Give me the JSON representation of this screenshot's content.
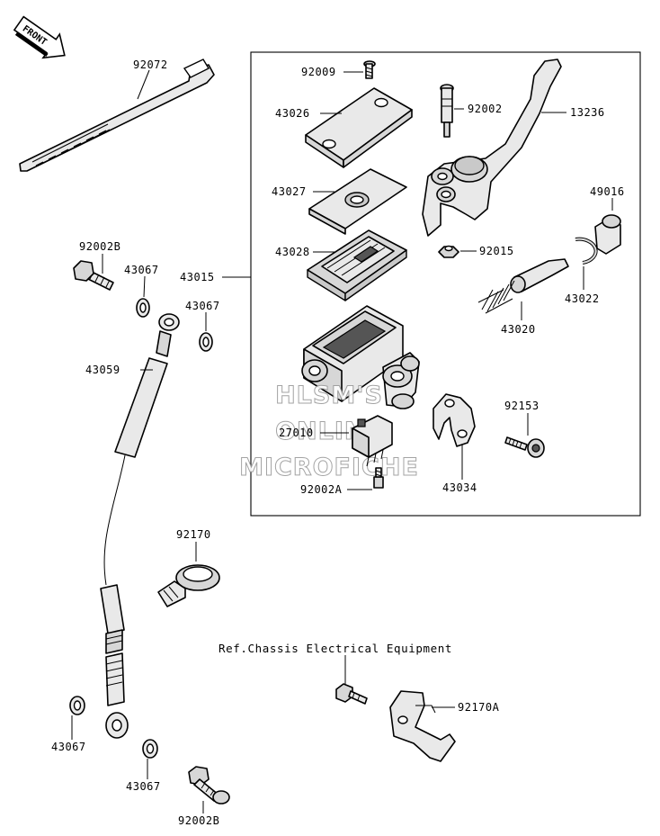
{
  "front_label": "FRONT",
  "reference_note": "Ref.Chassis Electrical Equipment",
  "watermark": [
    "HLSM'S",
    "ONLINE",
    "MICROFICHE"
  ],
  "callouts": {
    "p92072": "92072",
    "p92009": "92009",
    "p43026": "43026",
    "p92002": "92002",
    "p13236": "13236",
    "p43027": "43027",
    "p49016": "49016",
    "p43028": "43028",
    "p92015": "92015",
    "p92002B_top": "92002B",
    "p43067_a": "43067",
    "p43015": "43015",
    "p43067_b": "43067",
    "p43022": "43022",
    "p43020": "43020",
    "p43059": "43059",
    "p92153": "92153",
    "p27010": "27010",
    "p43034": "43034",
    "p92002A": "92002A",
    "p92170": "92170",
    "p92170A": "92170A",
    "p43067_c": "43067",
    "p43067_d": "43067",
    "p92002B_bot": "92002B"
  }
}
